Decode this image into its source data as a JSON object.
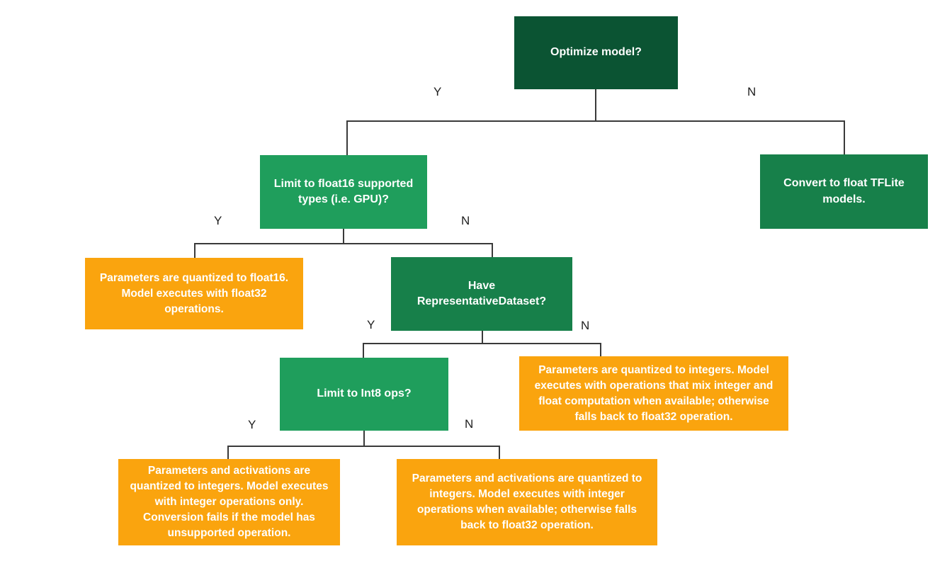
{
  "edge_labels": {
    "yes": "Y",
    "no": "N"
  },
  "colors": {
    "dark_green": "#0b5433",
    "mid_green": "#17804a",
    "bright_green": "#1f9e5c",
    "orange": "#faa40e",
    "line": "#3a3a3a",
    "box_text": "#ffffff",
    "edge_label_text": "#1f1f1f",
    "background": "#ffffff"
  },
  "nodes": {
    "optimize": {
      "label": "Optimize model?",
      "type": "decision"
    },
    "limit_float16": {
      "label": "Limit to float16 supported types (i.e. GPU)?",
      "type": "decision"
    },
    "convert_float": {
      "label": "Convert to float TFLite models.",
      "type": "action"
    },
    "float16_result": {
      "label": "Parameters are quantized to float16. Model executes with float32 operations.",
      "type": "result"
    },
    "have_rep_dataset": {
      "label": "Have RepresentativeDataset?",
      "type": "decision"
    },
    "limit_int8": {
      "label": "Limit to Int8 ops?",
      "type": "decision"
    },
    "mixed_result": {
      "label": "Parameters are quantized to integers. Model executes with operations that mix integer and float computation when available; otherwise falls back to float32 operation.",
      "type": "result"
    },
    "int8_only_result": {
      "label": "Parameters and activations are quantized to integers. Model executes with integer operations only. Conversion fails if the model has unsupported operation.",
      "type": "result"
    },
    "int8_fallback_result": {
      "label": "Parameters and activations are quantized to integers. Model executes with integer operations when available; otherwise falls back to float32 operation.",
      "type": "result"
    }
  },
  "edges": [
    {
      "from": "optimize",
      "to": "limit_float16",
      "label": "Y"
    },
    {
      "from": "optimize",
      "to": "convert_float",
      "label": "N"
    },
    {
      "from": "limit_float16",
      "to": "float16_result",
      "label": "Y"
    },
    {
      "from": "limit_float16",
      "to": "have_rep_dataset",
      "label": "N"
    },
    {
      "from": "have_rep_dataset",
      "to": "limit_int8",
      "label": "Y"
    },
    {
      "from": "have_rep_dataset",
      "to": "mixed_result",
      "label": "N"
    },
    {
      "from": "limit_int8",
      "to": "int8_only_result",
      "label": "Y"
    },
    {
      "from": "limit_int8",
      "to": "int8_fallback_result",
      "label": "N"
    }
  ]
}
